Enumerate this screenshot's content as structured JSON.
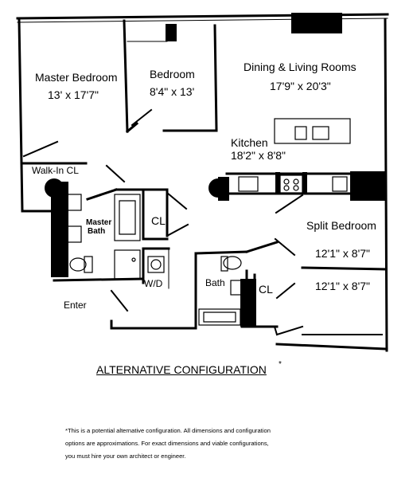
{
  "rooms": {
    "master_bedroom": {
      "name": "Master Bedroom",
      "dims": "13' x 17'7\""
    },
    "bedroom": {
      "name": "Bedroom",
      "dims": "8'4\" x 13'"
    },
    "dining_living": {
      "name": "Dining & Living Rooms",
      "dims": "17'9\" x 20'3\""
    },
    "kitchen": {
      "name": "Kitchen",
      "dims": "18'2\" x 8'8\""
    },
    "walk_in_closet": {
      "name": "Walk-In CL"
    },
    "master_bath": {
      "name_line1": "Master",
      "name_line2": "Bath"
    },
    "closet_1": {
      "name": "CL"
    },
    "closet_2": {
      "name": "CL"
    },
    "washer_dryer": {
      "name": "W/D"
    },
    "bath": {
      "name": "Bath"
    },
    "enter": {
      "name": "Enter"
    },
    "split_bedroom": {
      "name": "Split Bedroom",
      "dims_1": "12'1\" x 8'7\"",
      "dims_2": "12'1\" x 8'7\""
    }
  },
  "title": "ALTERNATIVE CONFIGURATION",
  "title_mark": "*",
  "disclaimer": [
    "*This is a potential alternative configuration.  All dimensions and configuration",
    "options are approximations.  For exact dimensions and viable configurations,",
    "you must hire your own architect or engineer."
  ]
}
